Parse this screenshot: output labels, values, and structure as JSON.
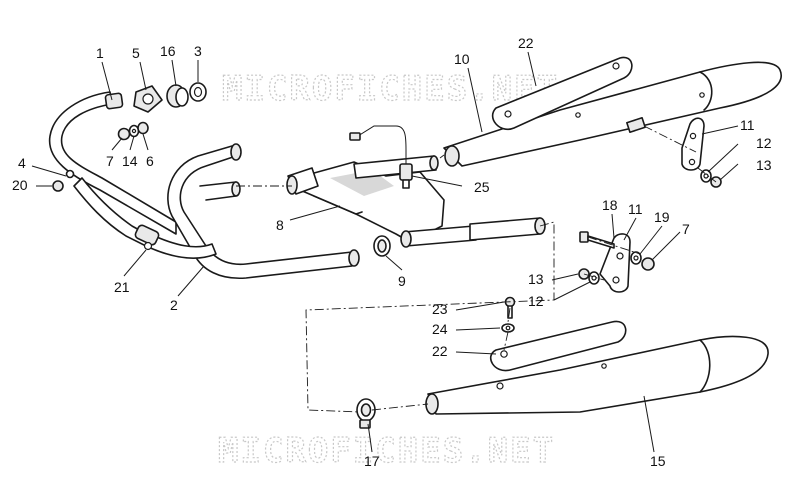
{
  "watermarks": [
    "MICROFICHES.NET",
    "MICROFICHES.NET"
  ],
  "callouts": {
    "p1": "1",
    "p5": "5",
    "p16": "16",
    "p3": "3",
    "p7a": "7",
    "p14": "14",
    "p6": "6",
    "p4": "4",
    "p20": "20",
    "p21": "21",
    "p2": "2",
    "p8": "8",
    "p9": "9",
    "p25": "25",
    "p10": "10",
    "p22a": "22",
    "p11a": "11",
    "p12a": "12",
    "p13a": "13",
    "p18": "18",
    "p11b": "11",
    "p19": "19",
    "p7b": "7",
    "p13b": "13",
    "p12b": "12",
    "p23": "23",
    "p24": "24",
    "p22b": "22",
    "p17": "17",
    "p15": "15"
  }
}
